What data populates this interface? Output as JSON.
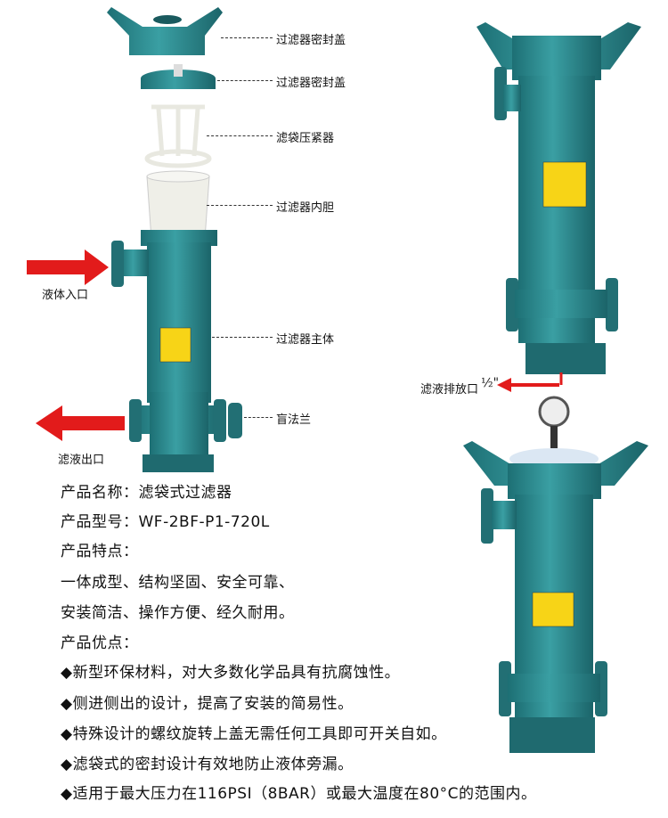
{
  "parts": {
    "lid": "过滤器密封盖",
    "seal": "过滤器密封盖",
    "compressor": "滤袋压紧器",
    "basket": "过滤器内胆",
    "body": "过滤器主体",
    "blind_flange": "盲法兰"
  },
  "flow": {
    "inlet": "液体入口",
    "outlet": "滤液出口",
    "drain": "滤液排放口",
    "drain_size": "½\""
  },
  "info": {
    "name": "产品名称：滤袋式过滤器",
    "model": "产品型号：WF-2BF-P1-720L",
    "features_title": "产品特点：",
    "features": [
      "一体成型、结构坚固、安全可靠、",
      "安装简洁、操作方便、经久耐用。"
    ],
    "advantages_title": "产品优点：",
    "advantages": [
      "◆新型环保材料，对大多数化学品具有抗腐蚀性。",
      "◆侧进侧出的设计，提高了安装的简易性。",
      "◆特殊设计的螺纹旋转上盖无需任何工具即可开关自如。",
      "◆滤袋式的密封设计有效地防止液体旁漏。",
      "◆适用于最大压力在116PSI（8BAR）或最大温度在80°C的范围内。"
    ]
  },
  "colors": {
    "teal": "#2a8a8f",
    "arrow": "#e21b1b",
    "label": "#f7d417"
  }
}
